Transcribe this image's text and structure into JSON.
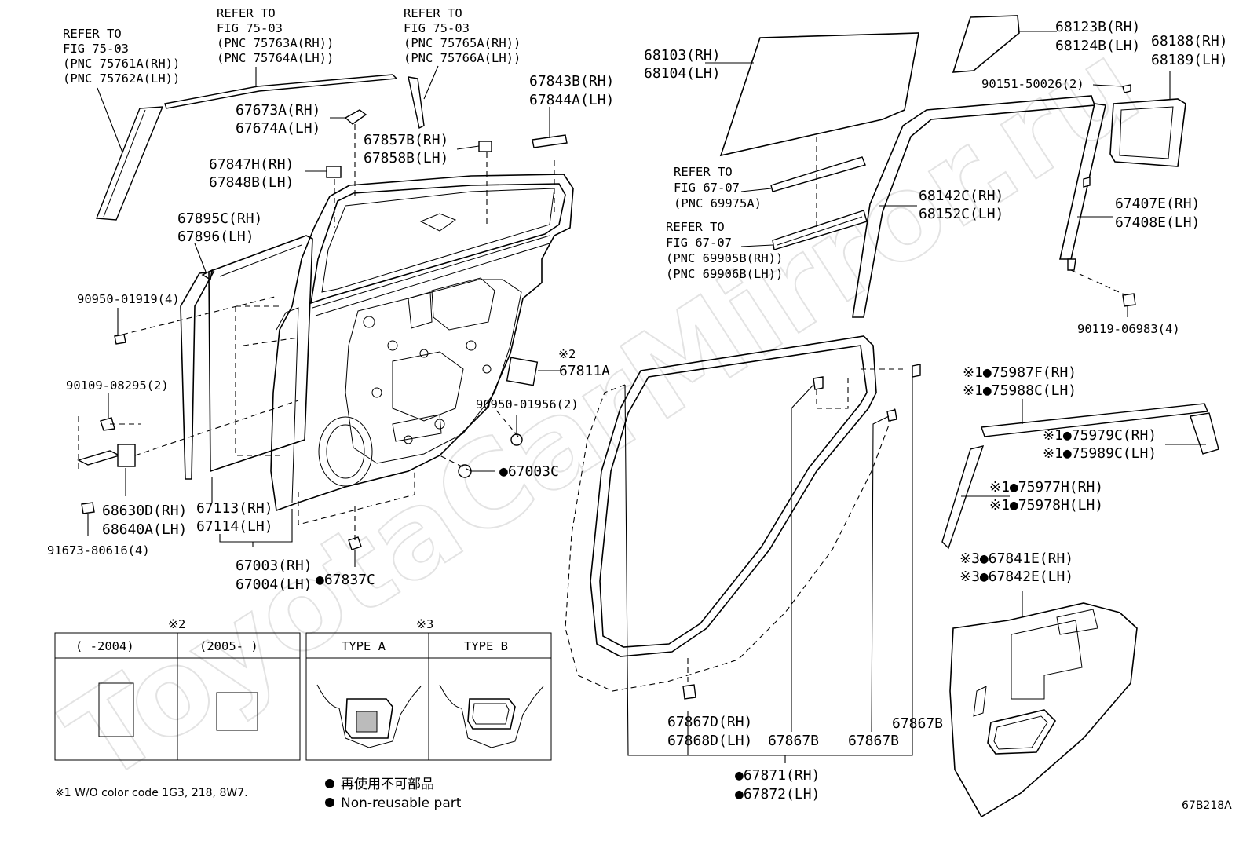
{
  "watermark": "ToyotaCarMirror.ru",
  "diagram_code": "67B218A",
  "labels": {
    "refer_a": [
      "REFER TO",
      "FIG 75-03",
      "(PNC 75761A(RH))",
      "(PNC 75762A(LH))"
    ],
    "refer_b": [
      "REFER TO",
      "FIG 75-03",
      "(PNC 75763A(RH))",
      "(PNC 75764A(LH))"
    ],
    "refer_c": [
      "REFER TO",
      "FIG 75-03",
      "(PNC 75765A(RH))",
      "(PNC 75766A(LH))"
    ],
    "p67673": [
      "67673A(RH)",
      "67674A(LH)"
    ],
    "p67843": [
      "67843B(RH)",
      "67844A(LH)"
    ],
    "p67857": [
      "67857B(RH)",
      "67858B(LH)"
    ],
    "p67847": [
      "67847H(RH)",
      "67848B(LH)"
    ],
    "p67895": [
      "67895C(RH)",
      "67896(LH)"
    ],
    "p90950_01919": "90950-01919(4)",
    "p90109": "90109-08295(2)",
    "p67811_note": "※2",
    "p67811": "67811A",
    "p90950_01956": "90950-01956(2)",
    "p67003c": "●67003C",
    "p68630": [
      "68630D(RH)",
      "68640A(LH)"
    ],
    "p67113": [
      "67113(RH)",
      "67114(LH)"
    ],
    "p91673": "91673-80616(4)",
    "p67003": [
      "67003(RH)",
      "67004(LH)"
    ],
    "p67837c": "●67837C",
    "p68103": [
      "68103(RH)",
      "68104(LH)"
    ],
    "p68123": [
      "68123B(RH)",
      "68124B(LH)"
    ],
    "p68188": [
      "68188(RH)",
      "68189(LH)"
    ],
    "p90151": "90151-50026(2)",
    "refer_d": [
      "REFER TO",
      "FIG 67-07",
      "(PNC 69975A)"
    ],
    "refer_e": [
      "REFER TO",
      "FIG 67-07",
      "(PNC 69905B(RH))",
      "(PNC 69906B(LH))"
    ],
    "p68142": [
      "68142C(RH)",
      "68152C(LH)"
    ],
    "p67407": [
      "67407E(RH)",
      "67408E(LH)"
    ],
    "p90119": "90119-06983(4)",
    "p75987": [
      "※1●75987F(RH)",
      "※1●75988C(LH)"
    ],
    "p75979": [
      "※1●75979C(RH)",
      "※1●75989C(LH)"
    ],
    "p75977": [
      "※1●75977H(RH)",
      "※1●75978H(LH)"
    ],
    "p67841": [
      "※3●67841E(RH)",
      "※3●67842E(LH)"
    ],
    "p67867d": [
      "67867D(RH)",
      "67868D(LH)"
    ],
    "p67867b_1": "67867B",
    "p67867b_2": "67867B",
    "p67867b_3": "67867B",
    "p67871": [
      "●67871(RH)",
      "●67872(LH)"
    ]
  },
  "table_note2": {
    "mark": "※2",
    "col1": "(     -2004)",
    "col2": "(2005-     )"
  },
  "table_note3": {
    "mark": "※3",
    "col1": "TYPE A",
    "col2": "TYPE B"
  },
  "footnote1": "※1 W/O color code 1G3, 218, 8W7.",
  "legend": {
    "jp": "再使用不可部品",
    "en": "Non-reusable part"
  }
}
